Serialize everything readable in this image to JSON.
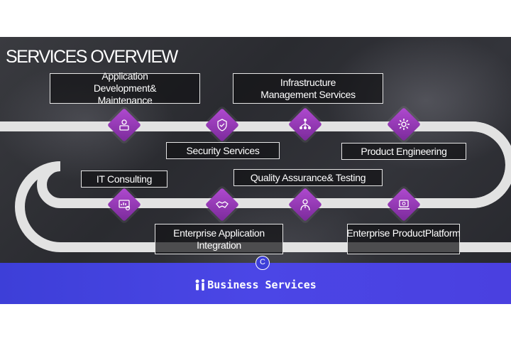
{
  "slide": {
    "title": "SERVICES OVERVIEW",
    "services": {
      "app_dev": "Application Development& Maintenance",
      "infra": "Infrastructure  Management Services",
      "security": "Security Services",
      "product_eng": "Product Engineering",
      "it_consulting": "IT Consulting",
      "qa": "Quality Assurance& Testing",
      "enterprise_integration": "Enterprise Application Integration",
      "enterprise_platform": "Enterprise ProductPlatform"
    },
    "icons": [
      "developer-icon",
      "shield-icon",
      "network-icon",
      "gear-icon",
      "dashboard-icon",
      "handshake-icon",
      "consultant-icon",
      "laptop-icon"
    ]
  },
  "footer": {
    "copyright_symbol": "C",
    "brand": "Business Services",
    "background": "#4443e0"
  },
  "colors": {
    "accent": "#9b3fc0",
    "road": "#e2e2e2"
  }
}
